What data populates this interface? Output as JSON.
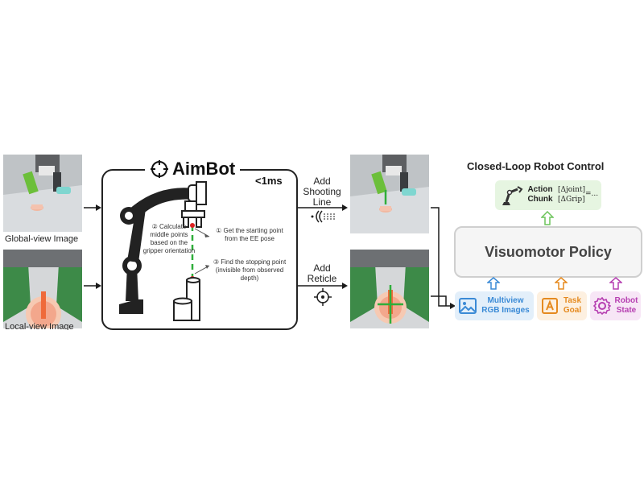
{
  "captions": {
    "global_view": "Global-view Image",
    "local_view": "Local-view Image"
  },
  "aimbot": {
    "title": "AimBot",
    "latency": "<1ms",
    "step1": "① Get the starting point from the EE pose",
    "step2": "② Calculate middle points based on the gripper orientation",
    "step3": "③ Find the stopping point (invisible from observed depth)"
  },
  "operations": {
    "shooting_line": "Add Shooting Line",
    "reticle": "Add Reticle"
  },
  "control": {
    "title": "Closed-Loop Robot Control",
    "action_chunk": "Action Chunk",
    "action_formula_top": "[Δjoint]",
    "action_formula_bottom": "[ΔGrip]",
    "action_formula_suffix": "=...",
    "policy": "Visuomotor Policy",
    "inputs": [
      {
        "label": "Multiview RGB Images",
        "color": "#3a8ad6",
        "bg": "#e3effa"
      },
      {
        "label": "Task Goal",
        "color": "#e58a1f",
        "bg": "#fdf0e0"
      },
      {
        "label": "Robot State",
        "color": "#b63fb1",
        "bg": "#f7e6f6"
      }
    ]
  },
  "colors": {
    "shooting_line": "#2fae3a",
    "reticle": "#2fae3a",
    "arrow": "#1a1a1a"
  }
}
